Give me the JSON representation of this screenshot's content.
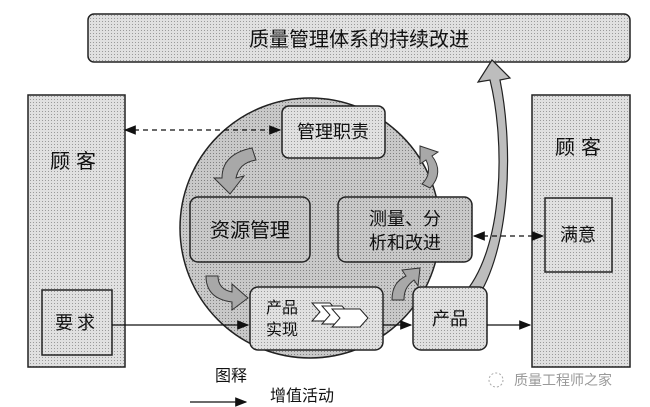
{
  "title": "质量管理体系的持续改进",
  "left_customer": {
    "label": "顾客",
    "requirement": "要求"
  },
  "right_customer": {
    "label": "顾客",
    "satisfaction": "满意"
  },
  "process": {
    "management_responsibility": "管理职责",
    "resource_management": "资源管理",
    "measurement_line1": "测量、分",
    "measurement_line2": "析和改进",
    "realization_line1": "产品",
    "realization_line2": "实现",
    "product": "产品"
  },
  "legend": {
    "title": "图释",
    "value_added": "增值活动"
  },
  "watermark": {
    "text": "质量工程师之家"
  },
  "colors": {
    "fill": "#d4d4d4",
    "box": "#e8e8e8",
    "stroke": "#222222"
  }
}
